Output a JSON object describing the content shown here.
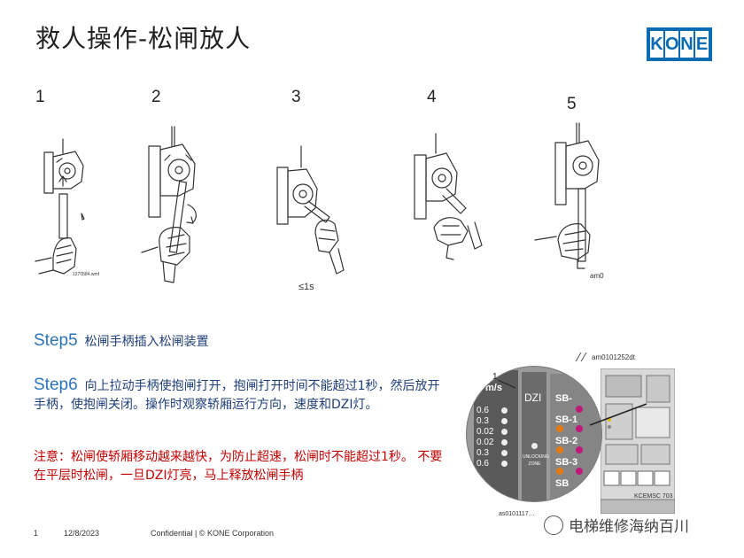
{
  "slide": {
    "title": "救人操作-松闸放人",
    "logo_letters": [
      "K",
      "O",
      "N",
      "E"
    ],
    "brand_color": "#0b6cb3"
  },
  "steps": {
    "labels": [
      "1",
      "2",
      "3",
      "4",
      "5"
    ],
    "fig_caption_1": "1270584.wmf",
    "fig_caption_3": "≤1s",
    "fig_caption_5": "am0"
  },
  "body": {
    "step5_label": "Step5",
    "step5_text": "松闸手柄插入松闸装置",
    "step6_label": "Step6",
    "step6_text": "向上拉动手柄使抱闸打开，抱闸打开时间不能超过1秒，然后放开手柄，使抱闸关闭。操作时观察轿厢运行方向，速度和DZI灯。",
    "note_text": "注意：松闸使轿厢移动越来越快，为防止超速，松闸时不能超过1秒。 不要在平层时松闸，一旦DZI灯亮，马上释放松闸手柄"
  },
  "board_figure": {
    "caption_top": "am0101252dt",
    "caption_bottom": "as0101117…",
    "callout": "1",
    "speed_header": "D m/s",
    "speed_values": [
      "0.6",
      "0.3",
      "0.02",
      "0.02",
      "0.3",
      "0.6"
    ],
    "dzi_label": "DZI",
    "unlocking_zone": "UNLOCKING ZONE",
    "sb_labels": [
      "SB-",
      "SB-1",
      "SB-2",
      "SB-3",
      "SB"
    ],
    "board_name": "KCEMSC 703"
  },
  "footer": {
    "page": "1",
    "date": "12/8/2023",
    "confidential": "Confidential | © KONE Corporation"
  },
  "watermark": {
    "text": "电梯维修海纳百川"
  }
}
